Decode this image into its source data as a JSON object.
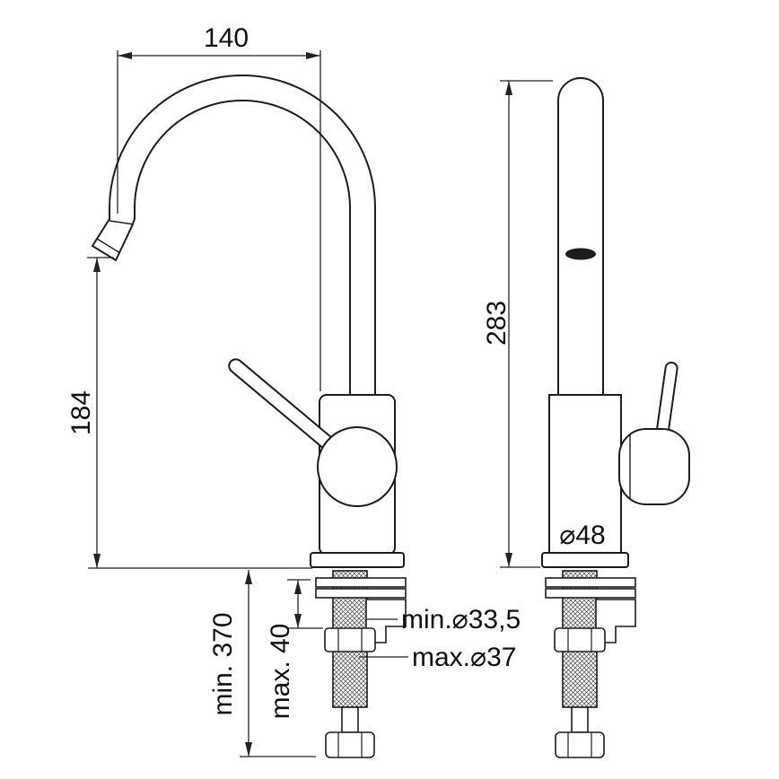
{
  "page": {
    "background": "#ffffff",
    "line_color": "#1c1c1c",
    "description": "Technical dimensional drawing of a single-lever basin mixer faucet, front view and side view, with under-counter mounting hardware and flexible hoses"
  },
  "dimensions": {
    "spout_reach": {
      "label": "140"
    },
    "spout_outlet_height": {
      "label": "184"
    },
    "overall_height": {
      "label": "283"
    },
    "hose_min_length": {
      "label": "min. 370"
    },
    "deck_max_thickness": {
      "label": "max. 40"
    },
    "hole_min_diameter": {
      "label": "min.⌀33,5"
    },
    "hole_max_diameter": {
      "label": "max.⌀37"
    },
    "body_diameter": {
      "label": "⌀48"
    }
  }
}
